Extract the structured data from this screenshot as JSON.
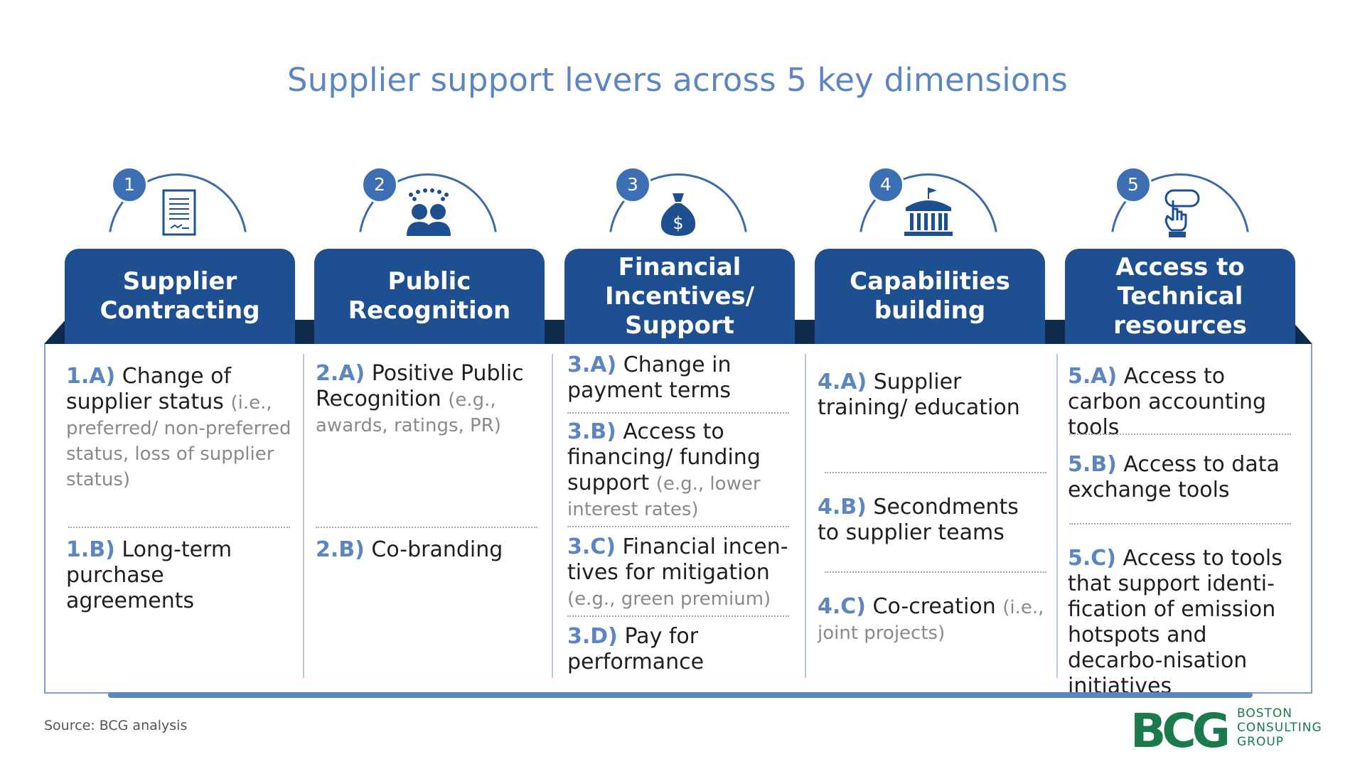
{
  "title": "Supplier support levers across 5 key dimensions",
  "colors": {
    "header": "#1d4f91",
    "accent": "#5b86c2",
    "logo": "#1a7a4c"
  },
  "columns": [
    {
      "num": "1",
      "icon": "document-icon",
      "header": "Supplier Contracting",
      "items": [
        {
          "code": "1.A)",
          "text": "Change of supplier status",
          "note": "(i.e., preferred/ non-preferred status, loss of supplier status)"
        },
        {
          "code": "1.B)",
          "text": "Long-term purchase agreements",
          "note": ""
        }
      ]
    },
    {
      "num": "2",
      "icon": "people-icon",
      "header": "Public Recognition",
      "items": [
        {
          "code": "2.A)",
          "text": "Positive Public Recognition",
          "note": "(e.g., awards, ratings, PR)"
        },
        {
          "code": "2.B)",
          "text": "Co-branding",
          "note": ""
        }
      ]
    },
    {
      "num": "3",
      "icon": "money-bag-icon",
      "header": "Financial Incentives/ Support",
      "items": [
        {
          "code": "3.A)",
          "text": "Change in payment terms",
          "note": ""
        },
        {
          "code": "3.B)",
          "text": "Access to financing/ funding support",
          "note": "(e.g., lower interest rates)"
        },
        {
          "code": "3.C)",
          "text": "Financial incen-tives for mitigation",
          "note": "(e.g., green premium)"
        },
        {
          "code": "3.D)",
          "text": "Pay for performance",
          "note": ""
        }
      ]
    },
    {
      "num": "4",
      "icon": "institution-icon",
      "header": "Capabilities building",
      "items": [
        {
          "code": "4.A)",
          "text": "Supplier training/ education",
          "note": ""
        },
        {
          "code": "4.B)",
          "text": "Secondments to supplier teams",
          "note": ""
        },
        {
          "code": "4.C)",
          "text": "Co-creation",
          "note": "(i.e., joint projects)"
        }
      ]
    },
    {
      "num": "5",
      "icon": "pointer-hand-icon",
      "header": "Access to Technical resources",
      "items": [
        {
          "code": "5.A)",
          "text": "Access to carbon accounting tools",
          "note": ""
        },
        {
          "code": "5.B)",
          "text": "Access to data exchange tools",
          "note": ""
        },
        {
          "code": "5.C)",
          "text": "Access to tools that support identi-fication of emission hotspots and decarbo-nisation initiatives",
          "note": ""
        }
      ]
    }
  ],
  "source": "Source: BCG analysis",
  "logo": {
    "mark": "BCG",
    "line1": "BOSTON",
    "line2": "CONSULTING",
    "line3": "GROUP"
  }
}
